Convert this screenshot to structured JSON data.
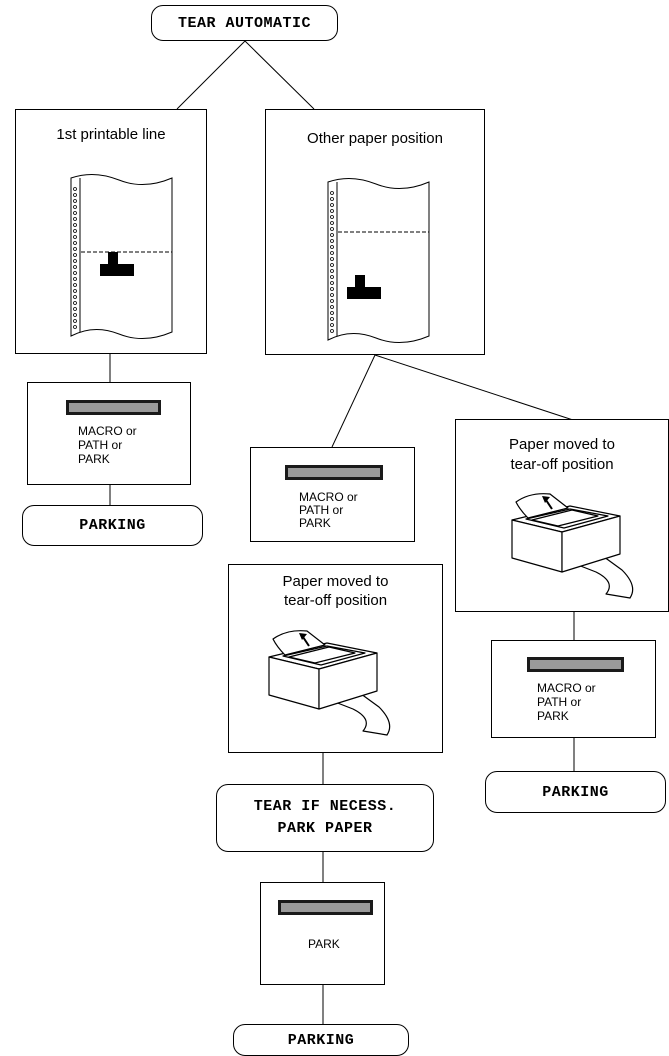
{
  "top": {
    "title": "TEAR AUTOMATIC"
  },
  "left_branch": {
    "title": "1st printable line",
    "menu_lines": [
      "MACRO or",
      "PATH or",
      "PARK"
    ],
    "result": "PARKING"
  },
  "right_branch": {
    "title": "Other paper position",
    "middle": {
      "menu_lines": [
        "MACRO or",
        "PATH or",
        "PARK"
      ],
      "illustration_title_1": "Paper moved to",
      "illustration_title_2": "tear-off position",
      "action_1": "TEAR IF NECESS.",
      "action_2": "PARK PAPER",
      "park_menu": "PARK",
      "result": "PARKING"
    },
    "far_right": {
      "illustration_title_1": "Paper moved to",
      "illustration_title_2": "tear-off position",
      "menu_lines": [
        "MACRO or",
        "PATH or",
        "PARK"
      ],
      "result": "PARKING"
    }
  },
  "icons": [
    "paper-sheet-icon",
    "print-head-icon",
    "printer-icon",
    "panel-button-icon"
  ]
}
